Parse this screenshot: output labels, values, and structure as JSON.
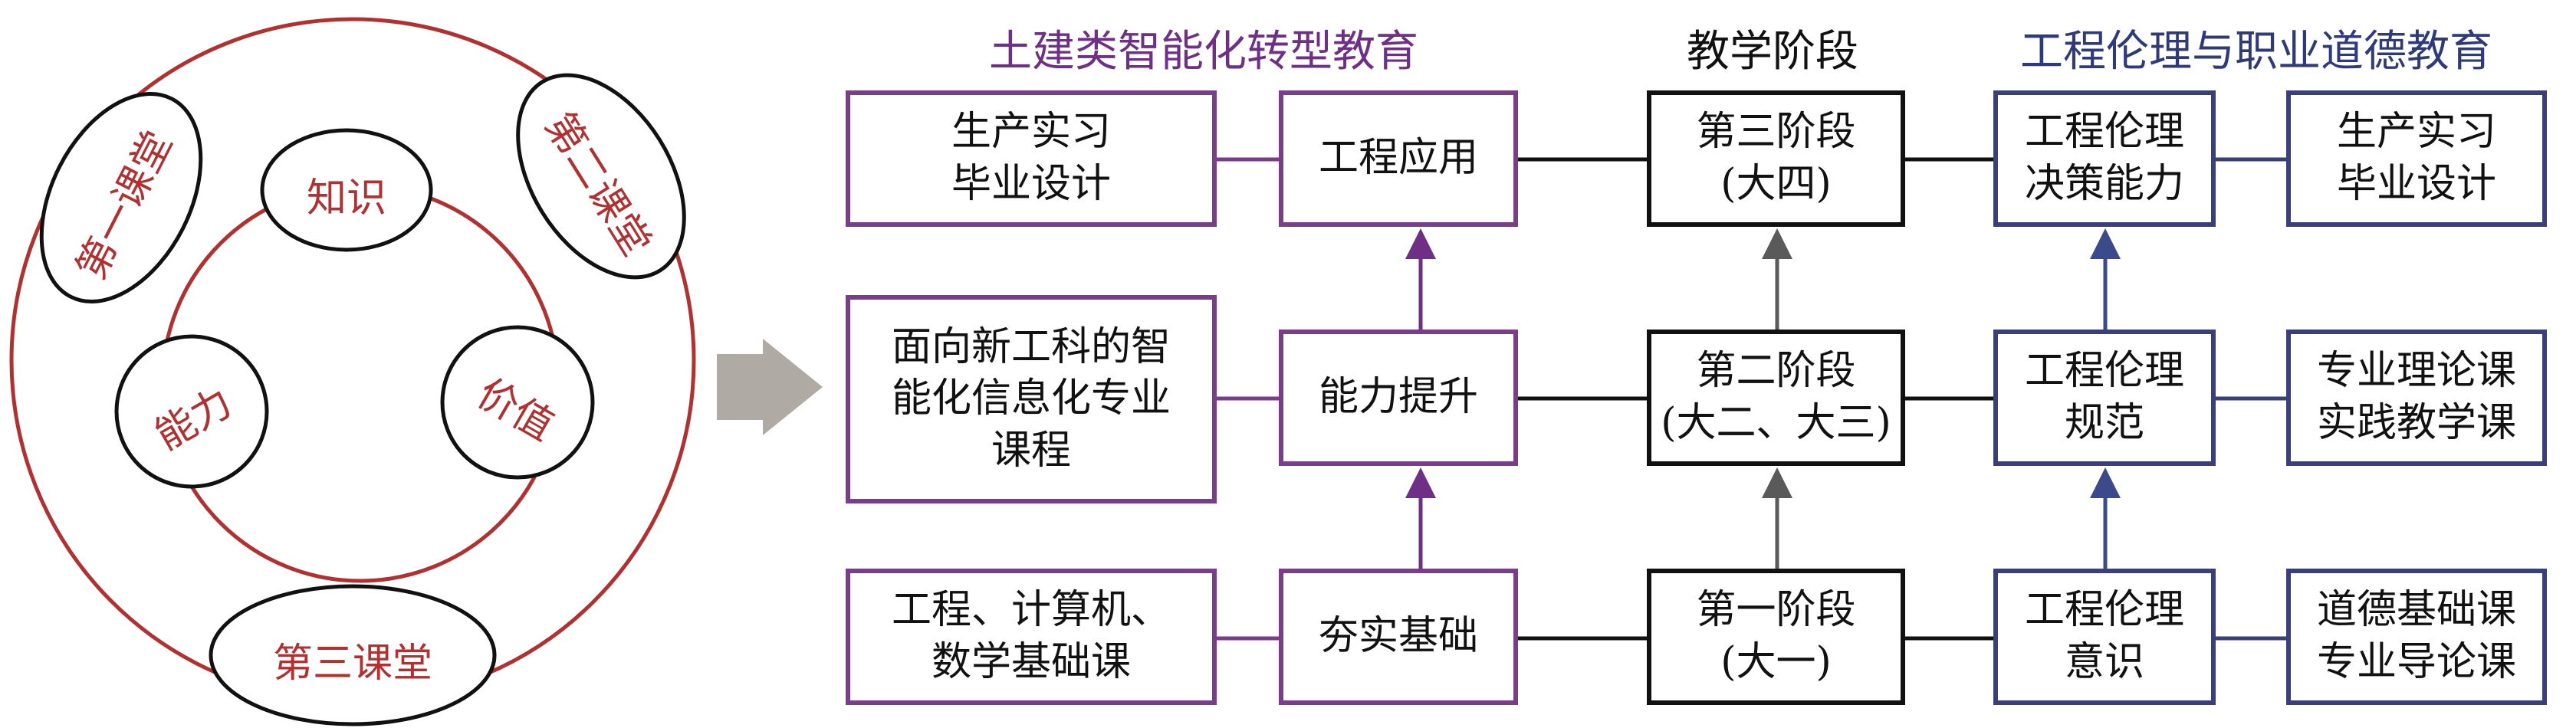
{
  "left_model": {
    "classrooms": {
      "first": "第一课堂",
      "second": "第二课堂",
      "third": "第三课堂"
    },
    "core": {
      "knowledge": "知识",
      "ability": "能力",
      "value": "价值"
    },
    "colors": {
      "ring": "#b23030",
      "label": "#b23030"
    }
  },
  "headings": {
    "left": "土建类智能化转型教育",
    "middle": "教学阶段",
    "right": "工程伦理与职业道德教育"
  },
  "columns": {
    "course_col": [
      "生产实习\n毕业设计",
      "面向新工科的智\n能化信息化专业\n课程",
      "工程、计算机、\n数学基础课"
    ],
    "goal_col": [
      "工程应用",
      "能力提升",
      "夯实基础"
    ],
    "stage_col": [
      "第三阶段\n(大四)",
      "第二阶段\n(大二、大三)",
      "第一阶段\n(大一)"
    ],
    "ethics_col": [
      "工程伦理\n决策能力",
      "工程伦理\n规范",
      "工程伦理\n意识"
    ],
    "ethics_course_col": [
      "生产实习\n毕业设计",
      "专业理论课\n实践教学课",
      "道德基础课\n专业导论课"
    ]
  },
  "colors": {
    "purple": "#7a3d8a",
    "black": "#111111",
    "navy": "#3a3f7a",
    "gray_arrow": "#5a5a5a",
    "big_arrow": "#b0aaa5"
  }
}
